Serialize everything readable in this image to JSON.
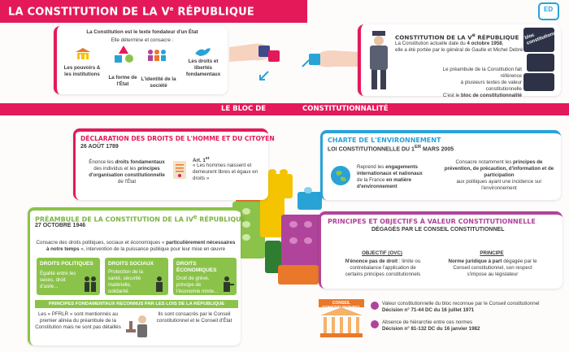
{
  "title": {
    "main": "LA CONSTITUTION DE LA V",
    "sup": "e",
    "rest": " RÉPUBLIQUE"
  },
  "intro": {
    "heading": "La Constitution est le texte fondateur d'un État",
    "sub": "Elle détermine et consacre :",
    "items": [
      "Les pouvoirs & les institutions",
      "La forme de l'État",
      "L'identité de la société",
      "Les droits et libertés fondamentaux"
    ]
  },
  "v_republique": {
    "title": "CONSTITUTION DE LA V",
    "title_sup": "e",
    "title_rest": " RÉPUBLIQUE",
    "line1": "La Constitution actuelle date du ",
    "date": "4 octobre 1958",
    "line1_end": ",",
    "line2": "elle a été portée par le général de Gaulle et Michel Debré",
    "p2a": "Le préambule de la Constitution fait référence",
    "p2b": "à plusieurs textes de valeur constitutionnelle",
    "p2c": "C'est le ",
    "p2d": "bloc de constitutionnalité",
    "tower": "bloc constitutionnel"
  },
  "band": {
    "left": "LE BLOC DE",
    "right": "CONSTITUTIONNALITÉ"
  },
  "ddhc": {
    "title": "DÉCLARATION DES DROITS DE L'HOMME ET DU CITOYEN",
    "date": "26 AOÛT 1789",
    "t1": "Énonce les ",
    "t2": "droits fondamentaux",
    "t3": "des individus et les ",
    "t4": "principes",
    "t5": "d'organisation constitutionnelle",
    "t6": "de l'État",
    "art": "Art. 1",
    "art_sup": "er",
    "quote": "« Les hommes naissent et demeurent libres et égaux en droits »"
  },
  "charte": {
    "title": "CHARTE DE L'ENVIRONNEMENT",
    "sub": "LOI CONSTITUTIONNELLE DU 1",
    "sub_sup": "ER",
    "sub_end": " MARS 2005",
    "left1": "Reprend les ",
    "left2": "engagements internationaux et nationaux",
    "left3": "de la France ",
    "left4": "en matière d'environnement",
    "right1": "Consacre notamment les ",
    "right2": "principes de prévention, de précaution, d'information et de participation",
    "right3": "aux politiques ayant une incidence sur l'environnement"
  },
  "preambule": {
    "title": "PRÉAMBULE DE LA CONSTITUTION DE LA IV",
    "title_sup": "e",
    "title_rest": " RÉPUBLIQUE",
    "date": "27 OCTOBRE 1946",
    "text1": "Consacre des droits politiques, sociaux et économiques « ",
    "text2": "particulièrement nécessaires à notre temps",
    "text3": " », intervention de la puissance publique pour leur mise en œuvre",
    "cards": [
      {
        "title": "DROITS POLITIQUES",
        "text": "Égalité entre les sexes, droit d'asile..."
      },
      {
        "title": "DROITS SOCIAUX",
        "text": "Protection de la santé, sécurité matérielle, solidarité nationale..."
      },
      {
        "title": "DROITS ÉCONOMIQUES",
        "text": "Droit de grève, principe de l'économie mixte..."
      }
    ],
    "pfrlr_bar": "PRINCIPES FONDAMENTAUX RECONNUS PAR LES LOIS DE LA RÉPUBLIQUE",
    "pfrlr_left": "Les « PFRLR » sont mentionnés au premier alinéa du préambule de la Constitution mais ne sont pas détaillés",
    "pfrlr_right": "Ils sont consacrés par le Conseil constitutionnel et le Conseil d'État"
  },
  "pvc": {
    "title": "PRINCIPES ET OBJECTIFS À VALEUR CONSTITUTIONNELLE",
    "sub": "DÉGAGÉS PAR LE CONSEIL CONSTITUTIONNEL",
    "col1_title": "OBJECTIF (OVC)",
    "col1_a": "N'énonce pas de droit",
    "col1_b": " : limite ou contrebalance l'application de certains principes constitutionnels",
    "col2_title": "PRINCIPE",
    "col2_a": "Norme juridique à part",
    "col2_b": " dégagée par le Conseil constitutionnel, son respect s'impose au législateur"
  },
  "conseil": {
    "label": "CONSEIL CONSTITUTIONNEL",
    "l1": "Valeur constitutionnelle du bloc reconnue par le Conseil constitutionnel",
    "l1b": "Décision n° 71-44 DC du 16 juillet 1971",
    "l2": "Absence de hiérarchie entre ces normes",
    "l2b": "Décision n° 81-132 DC du 16 janvier 1982"
  },
  "colors": {
    "pink": "#e4195a",
    "blue": "#29a3d6",
    "green": "#8bc34a",
    "purple": "#b0449a",
    "yellow": "#f5c400",
    "orange": "#e9782a"
  }
}
